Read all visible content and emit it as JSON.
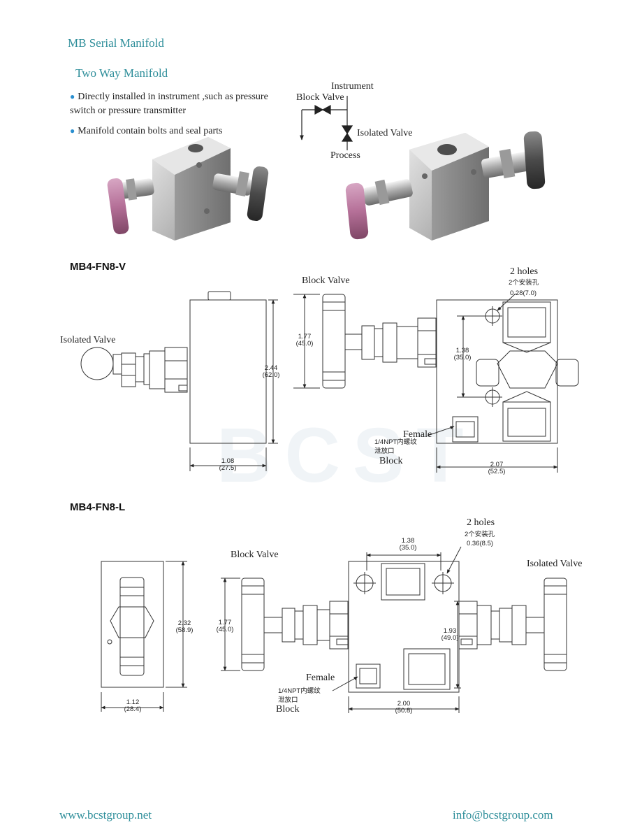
{
  "header": {
    "title": "MB Serial Manifold",
    "subtitle": "Two Way Manifold",
    "bullets": [
      "Directly installed in instrument ,such as pressure switch or pressure transmitter",
      "Manifold contain bolts and seal parts"
    ]
  },
  "schematic": {
    "instrument": "Instrument",
    "block_valve": "Block Valve",
    "isolated_valve": "Isolated Valve",
    "process": "Process"
  },
  "v_drawing": {
    "model": "MB4-FN8-V",
    "isolated_valve": "Isolated Valve",
    "block_valve": "Block Valve",
    "holes": "2 holes",
    "holes_cn": "2个安装孔",
    "hole_dia": "0.28(7.0)",
    "dim_height": "2.44",
    "dim_height_mm": "(62.0)",
    "dim_width": "1.08",
    "dim_width_mm": "(27.5)",
    "dim_valve": "1.77",
    "dim_valve_mm": "(45.0)",
    "dim_holes": "1.38",
    "dim_holes_mm": "(35.0)",
    "dim_block": "2.07",
    "dim_block_mm": "(52.5)",
    "female": "Female",
    "npt": "1/4NPT内螺纹",
    "vent": "泄放口",
    "block": "Block"
  },
  "l_drawing": {
    "model": "MB4-FN8-L",
    "block_valve": "Block Valve",
    "isolated_valve": "Isolated Valve",
    "holes": "2 holes",
    "holes_cn": "2个安装孔",
    "hole_dia": "0.36(8.5)",
    "dim_holes": "1.38",
    "dim_holes_mm": "(35.0)",
    "dim_height": "2.32",
    "dim_height_mm": "(58.9)",
    "dim_width": "1.12",
    "dim_width_mm": "(28.4)",
    "dim_valve": "1.77",
    "dim_valve_mm": "(45.0)",
    "dim_right": "1.93",
    "dim_right_mm": "(49.0)",
    "dim_block": "2.00",
    "dim_block_mm": "(50.8)",
    "female": "Female",
    "npt": "1/4NPT内螺纹",
    "vent": "泄放口",
    "block": "Block"
  },
  "footer": {
    "website": "www.bcstgroup.net",
    "email": "info@bcstgroup.com"
  },
  "watermark": "BCST"
}
